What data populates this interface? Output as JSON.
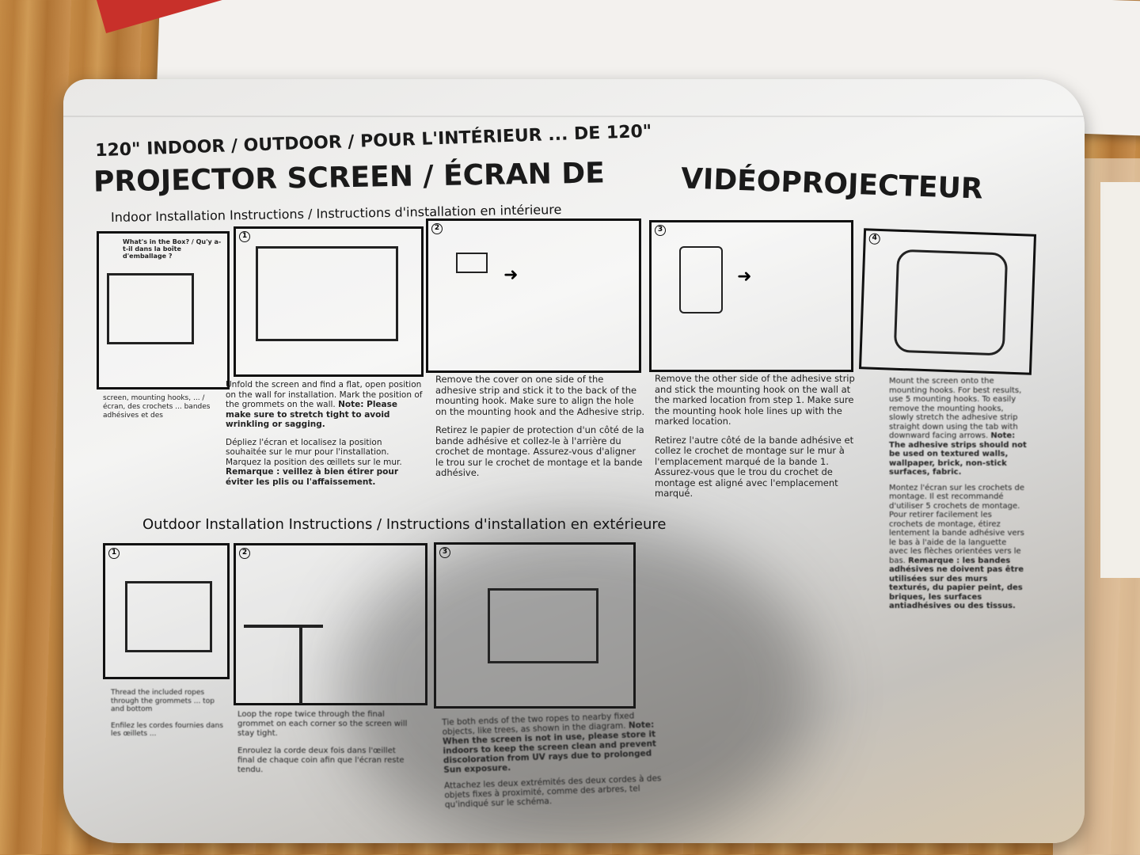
{
  "package": {
    "title_line1": "120\" INDOOR / OUTDOOR / POUR L'INTÉRIEUR ... DE 120\"",
    "title_line2a": "PROJECTOR SCREEN / ÉCRAN DE",
    "title_line2b": "VIDÉOPROJECTEUR",
    "indoor_heading": "Indoor Installation Instructions / Instructions d'installation en intérieure",
    "outdoor_heading": "Outdoor Installation Instructions / Instructions d'installation en extérieure",
    "whats_in_box": "What's in the Box? / Qu'y a-t-il dans la boîte d'emballage ?",
    "whats_in_box_items": "screen, mounting hooks, ... / écran, des crochets ... bandes adhésives et des",
    "indoor_steps": [
      {
        "number": "1",
        "en": "Unfold the screen and find a flat, open position on the wall for installation. Mark the position of the grommets on the wall.",
        "en_note": "Note: Please make sure to stretch tight to avoid wrinkling or sagging.",
        "fr": "Dépliez l'écran et localisez la position souhaitée sur le mur pour l'installation. Marquez la position des œillets sur le mur.",
        "fr_note": "Remarque : veillez à bien étirer pour éviter les plis ou l'affaissement."
      },
      {
        "number": "2",
        "en": "Remove the cover on one side of the adhesive strip and stick it to the back of the mounting hook. Make sure to align the hole on the mounting hook and the Adhesive strip.",
        "fr": "Retirez le papier de protection d'un côté de la bande adhésive et collez-le à l'arrière du crochet de montage. Assurez-vous d'aligner le trou sur le crochet de montage et la bande adhésive."
      },
      {
        "number": "3",
        "en": "Remove the other side of the adhesive strip and stick the mounting hook on the wall at the marked location from step 1. Make sure the mounting hook hole lines up with the marked location.",
        "fr": "Retirez l'autre côté de la bande adhésive et collez le crochet de montage sur le mur à l'emplacement marqué de la bande 1. Assurez-vous que le trou du crochet de montage est aligné avec l'emplacement marqué."
      },
      {
        "number": "4",
        "en": "Mount the screen onto the mounting hooks. For best results, use 5 mounting hooks. To easily remove the mounting hooks, slowly stretch the adhesive strip straight down using the tab with downward facing arrows.",
        "en_note": "Note: The adhesive strips should not be used on textured walls, wallpaper, brick, non-stick surfaces, fabric.",
        "fr": "Montez l'écran sur les crochets de montage. Il est recommandé d'utiliser 5 crochets de montage. Pour retirer facilement les crochets de montage, étirez lentement la bande adhésive vers le bas à l'aide de la languette avec les flèches orientées vers le bas.",
        "fr_note": "Remarque : les bandes adhésives ne doivent pas être utilisées sur des murs texturés, du papier peint, des briques, les surfaces antiadhésives ou des tissus."
      }
    ],
    "outdoor_steps": [
      {
        "number": "1",
        "en": "Thread the included ropes through the grommets ... top and bottom",
        "fr": "Enfilez les cordes fournies dans les œillets ..."
      },
      {
        "number": "2",
        "en": "Loop the rope twice through the final grommet on each corner so the screen will stay tight.",
        "fr": "Enroulez la corde deux fois dans l'œillet final de chaque coin afin que l'écran reste tendu."
      },
      {
        "number": "3",
        "en": "Tie both ends of the two ropes to nearby fixed objects, like trees, as shown in the diagram.",
        "en_note": "Note: When the screen is not in use, please store it indoors to keep the screen clean and prevent discoloration from UV rays due to prolonged Sun exposure.",
        "fr": "Attachez les deux extrémités des deux cordes à des objets fixes à proximité, comme des arbres, tel qu'indiqué sur le schéma."
      }
    ]
  }
}
